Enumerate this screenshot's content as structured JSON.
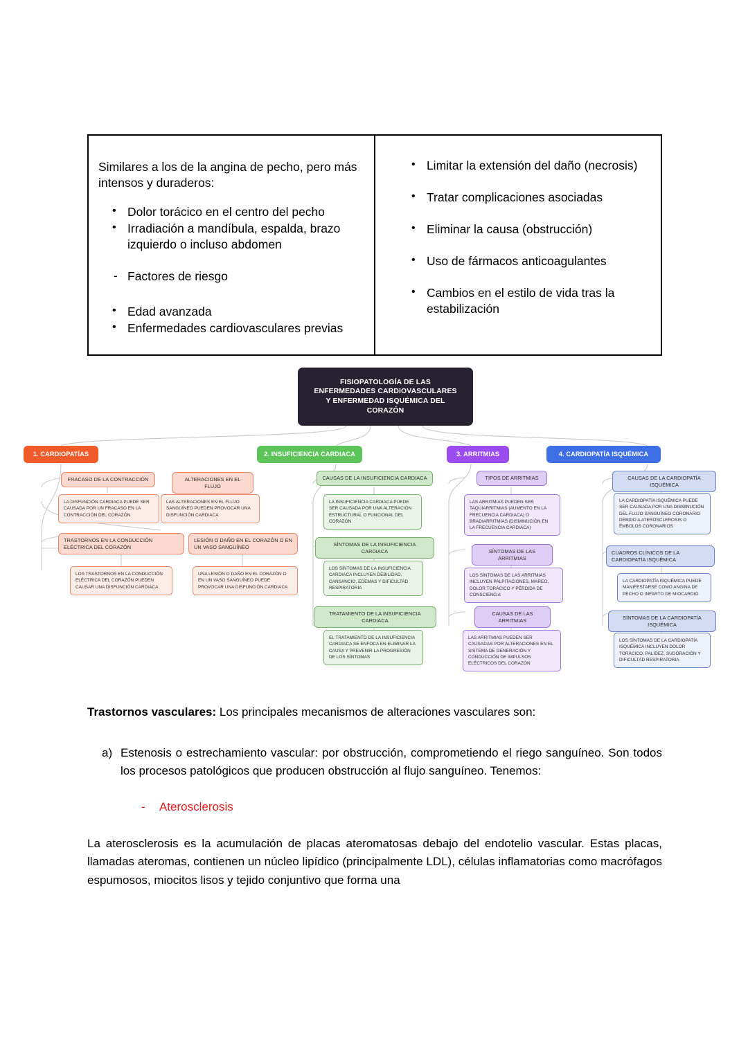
{
  "table": {
    "left": {
      "intro": "Similares a los de la angina de pecho, pero más intensos y duraderos:",
      "bullets1": [
        "Dolor torácico en el centro del pecho",
        "Irradiación a mandíbula, espalda, brazo izquierdo o incluso abdomen"
      ],
      "dash": "Factores de riesgo",
      "bullets2": [
        "Edad avanzada",
        "Enfermedades cardiovasculares previas"
      ]
    },
    "right": {
      "bullets": [
        "Limitar la extensión del daño (necrosis)",
        "Tratar complicaciones asociadas",
        "Eliminar la causa (obstrucción)",
        "Uso de fármacos anticoagulantes",
        "Cambios en el estilo de vida tras la estabilización"
      ]
    }
  },
  "mindmap": {
    "title_lines": [
      "FISIOPATOLOGÍA DE LAS",
      "ENFERMEDADES CARDIOVASCULARES",
      "Y ENFERMEDAD ISQUÉMICA DEL",
      "CORAZÓN"
    ],
    "colors": {
      "title_bg": "#272231",
      "cat1": "#F15A29",
      "cat2": "#5DC45A",
      "cat3": "#9B4BEE",
      "cat4": "#3F6FE5"
    },
    "categories": [
      {
        "label": "1. CARDIOPATÍAS"
      },
      {
        "label": "2. INSUFICIENCIA CARDIACA"
      },
      {
        "label": "3. ARRITMIAS"
      },
      {
        "label": "4. CARDIOPATÍA ISQUÉMICA"
      }
    ],
    "col1": {
      "h1": "FRACASO DE LA CONTRACCIÓN",
      "b1": "LA DISFUNCIÓN CARDIACA PUEDE SER CAUSADA POR UN FRACASO EN LA CONTRACCIÓN DEL CORAZÓN",
      "h2": "ALTERACIONES EN EL FLUJO",
      "b2": "LAS ALTERACIONES EN EL FLUJO SANGUÍNEO PUEDEN PROVOCAR UNA DISFUNCIÓN CARDIACA",
      "h3": "TRASTORNOS EN LA CONDUCCIÓN ELÉCTRICA DEL CORAZÓN",
      "b3": "LOS TRASTORNOS EN LA CONDUCCIÓN ELÉCTRICA DEL CORAZÓN PUEDEN CAUSAR UNA DISFUNCIÓN CARDIACA",
      "h4": "LESIÓN O DAÑO EN EL CORAZÓN O EN UN VASO SANGUÍNEO",
      "b4": "UNA LESIÓN O DAÑO EN EL CORAZÓN O EN UN VASO SANGUÍNEO PUEDE PROVOCAR UNA DISFUNCIÓN CARDIACA"
    },
    "col2": {
      "h1": "CAUSAS DE LA INSUFICIENCIA CARDIACA",
      "b1": "LA INSUFICIENCIA CARDIACA PUEDE SER CAUSADA POR UNA ALTERACIÓN ESTRUCTURAL O FUNCIONAL DEL CORAZÓN",
      "h2": "SÍNTOMAS DE LA INSUFICIENCIA CARDIACA",
      "b2": "LOS SÍNTOMAS DE LA INSUFICIENCIA CARDIACA INCLUYEN DEBILIDAD, CANSANCIO, EDEMAS Y DIFICULTAD RESPIRATORIA",
      "h3": "TRATAMIENTO DE LA INSUFICIENCIA CARDIACA",
      "b3": "EL TRATAMIENTO DE LA INSUFICIENCIA CARDIACA SE ENFOCA EN ELIMINAR LA CAUSA Y PREVENIR LA PROGRESIÓN DE LOS SÍNTOMAS"
    },
    "col3": {
      "h1": "TIPOS DE ARRITMIAS",
      "b1": "LAS ARRITMIAS PUEDEN SER TAQUIARRITMIAS (AUMENTO EN LA FRECUENCIA CARDIACA) O BRADIARRITMIAS (DISMINUCIÓN EN LA FRECUENCIA CARDIACA)",
      "h2": "SÍNTOMAS DE LAS ARRITMIAS",
      "b2": "LOS SÍNTOMAS DE LAS ARRITMIAS INCLUYEN PALPITACIONES, MAREO, DOLOR TORÁCICO Y PÉRDIDA DE CONSCIENCIA",
      "h3": "CAUSAS DE LAS ARRITMIAS",
      "b3": "LAS ARRITMIAS PUEDEN SER CAUSADAS POR ALTERACIONES EN EL SISTEMA DE GENERACIÓN Y CONDUCCIÓN DE IMPULSOS ELÉCTRICOS DEL CORAZÓN"
    },
    "col4": {
      "h1": "CAUSAS DE LA CARDIOPATÍA ISQUÉMICA",
      "b1": "LA CARDIOPATÍA ISQUÉMICA PUEDE SER CAUSADA POR UNA DISMINUCIÓN DEL FLUJO SANGUÍNEO CORONARIO DEBIDO A ATEROSCLEROSIS O ÉMBOLOS CORONARIOS",
      "h2": "CUADROS CLÍNICOS DE LA CARDIOPATÍA ISQUÉMICA",
      "b2": "LA CARDIOPATÍA ISQUÉMICA PUEDE MANIFESTARSE COMO ANGINA DE PECHO O INFARTO DE MIOCARDIO",
      "h3": "SÍNTOMAS DE LA CARDIOPATÍA ISQUÉMICA",
      "b3": "LOS SÍNTOMAS DE LA CARDIOPATÍA ISQUÉMICA INCLUYEN DOLOR TORÁCICO, PALIDEZ, SUDORACIÓN Y DIFICULTAD RESPIRATORIA"
    }
  },
  "bottom": {
    "lead_bold": "Trastornos vasculares:",
    "lead_rest": " Los principales mecanismos de alteraciones vasculares son:",
    "item_a_marker": "a)",
    "item_a": "Estenosis o estrechamiento vascular: por obstrucción, comprometiendo el riego sanguíneo. Son todos los procesos patológicos que producen obstrucción al flujo sanguíneo. Tenemos:",
    "sub_marker": "-",
    "sub_item": "Aterosclerosis",
    "sub_item_color": "#E01B1B",
    "paragraph": "La aterosclerosis es la acumulación de placas ateromatosas debajo del endotelio vascular. Estas placas, llamadas ateromas, contienen un núcleo lipídico (principalmente LDL), células inflamatorias como macrófagos espumosos, miocitos lisos y tejido conjuntivo que forma una"
  }
}
